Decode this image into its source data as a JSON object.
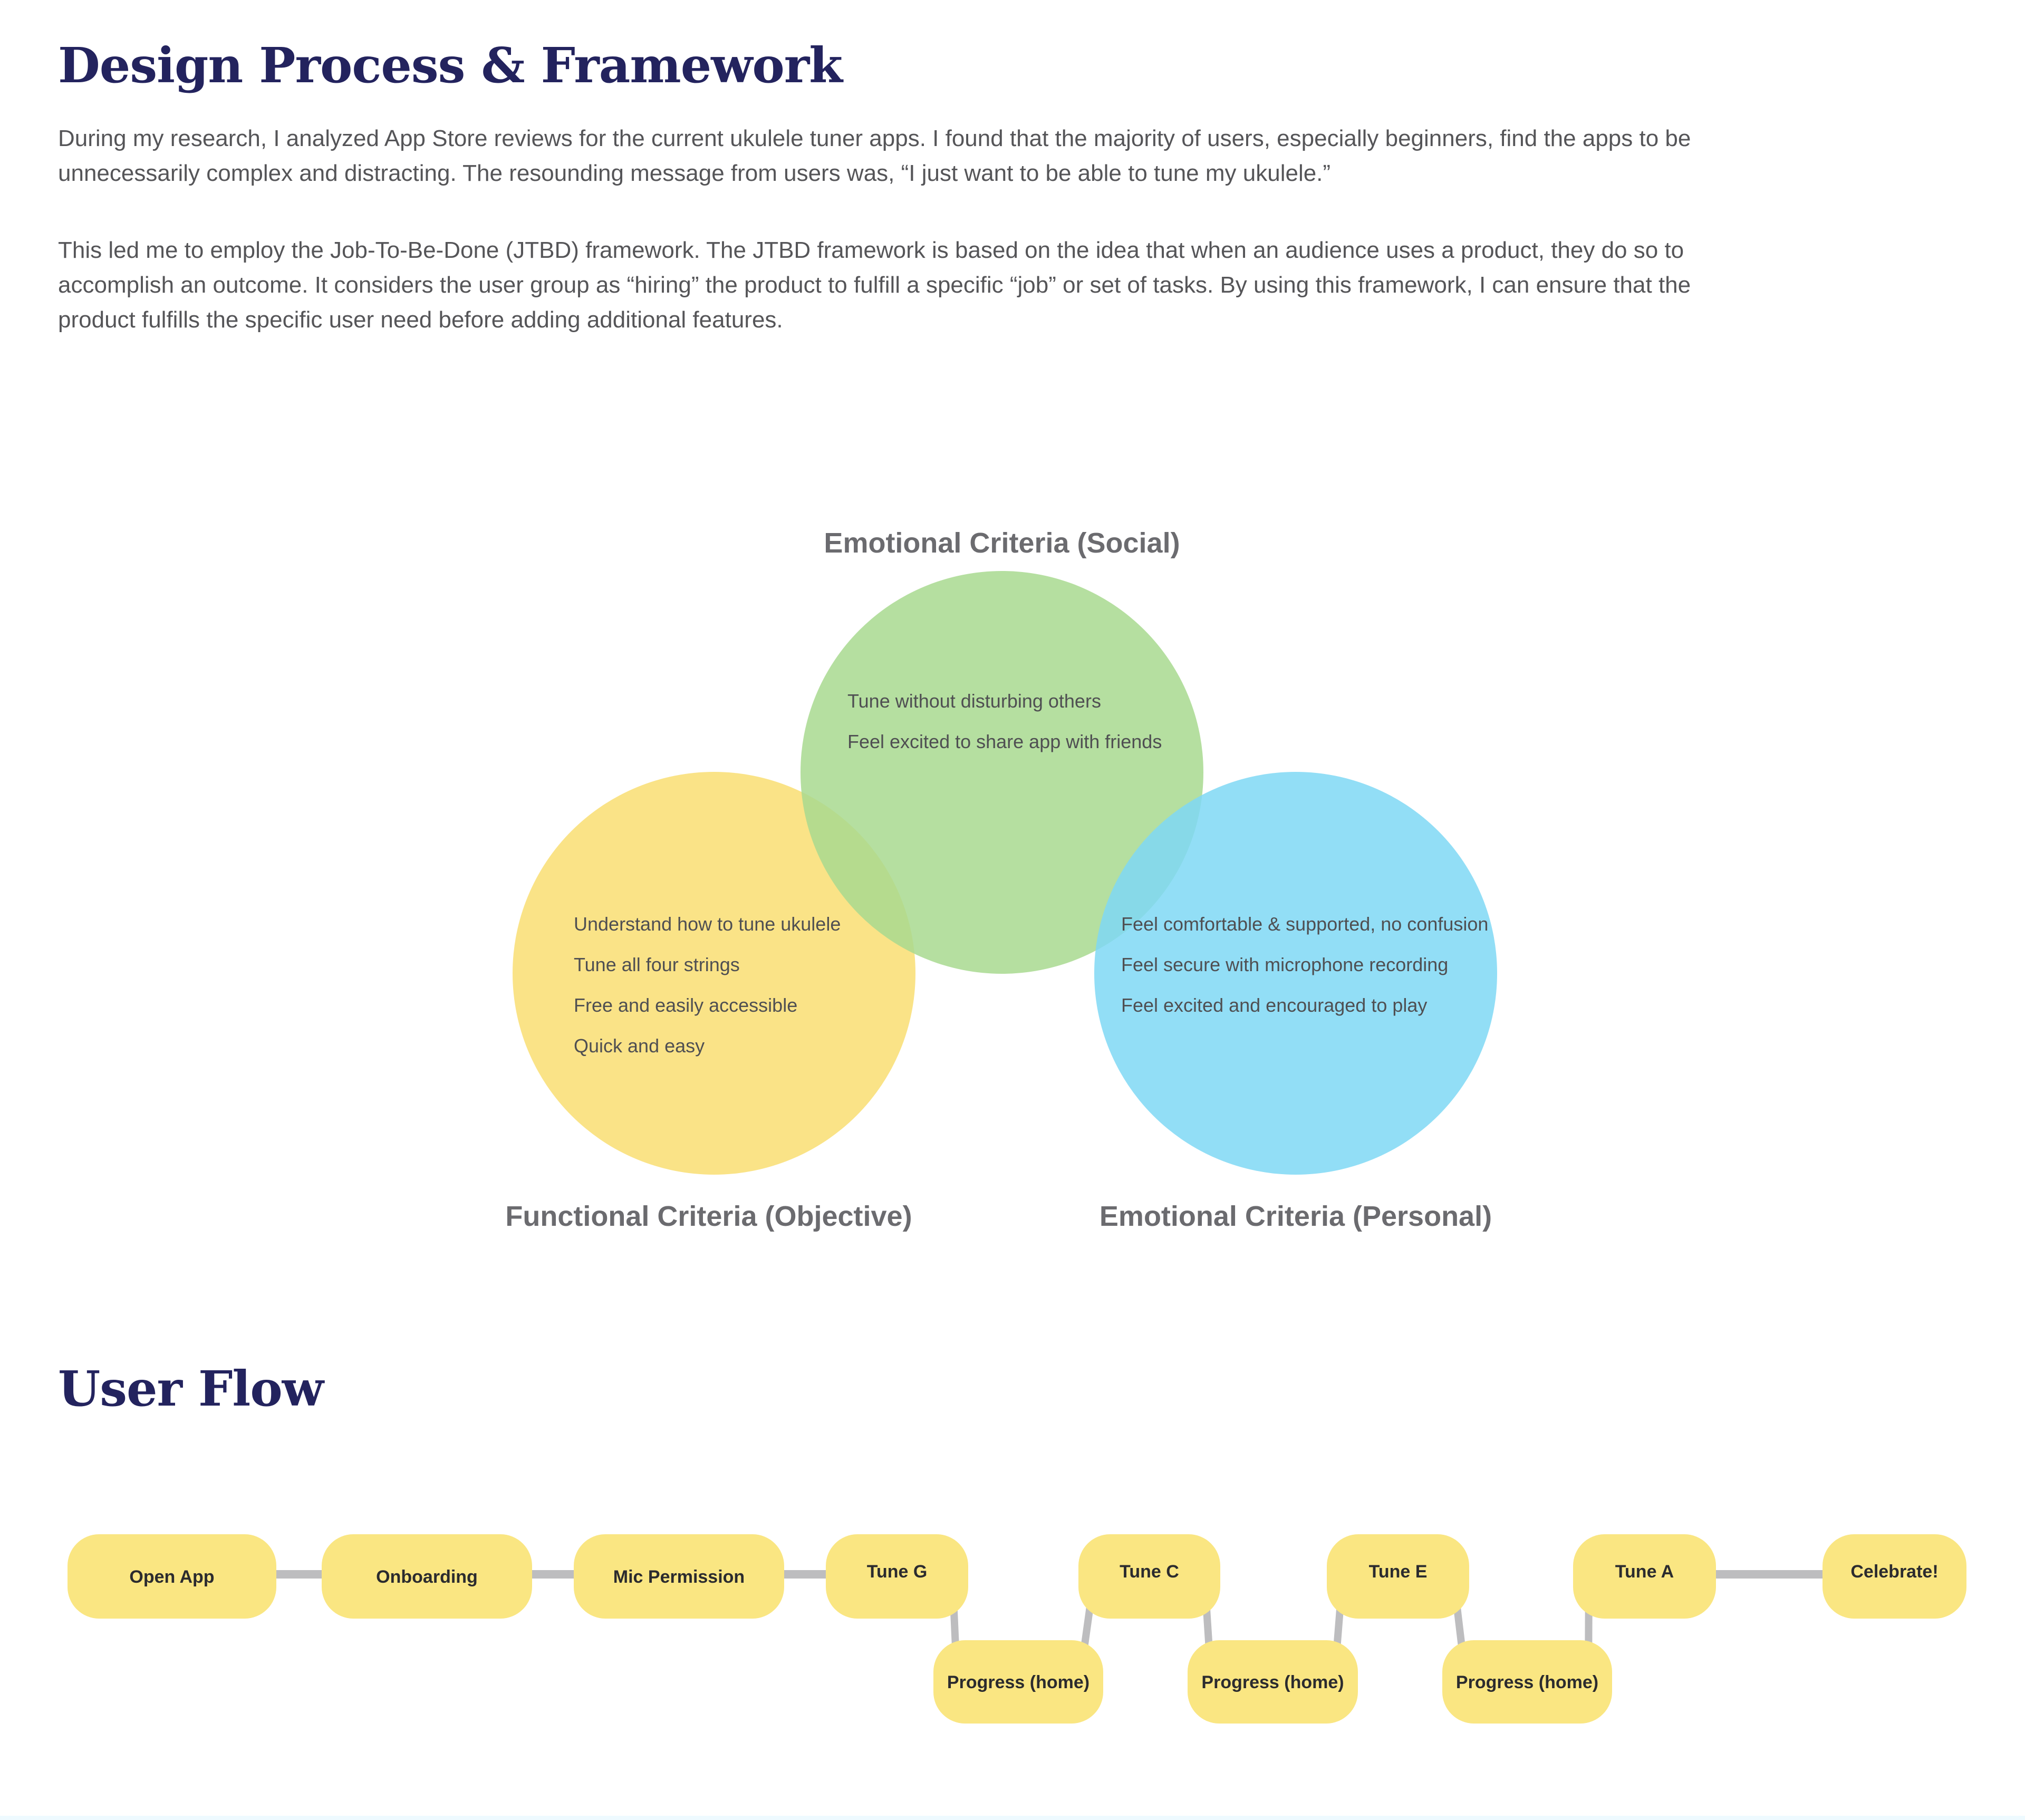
{
  "header": {
    "title": "Design Process & Framework"
  },
  "intro": {
    "paragraph_1": "During my research, I analyzed App Store reviews for the current ukulele tuner apps. I found that the majority of users, especially beginners, find the apps to be unnecessarily complex and distracting. The resounding message from users was, “I just want to be able to tune my ukulele.”",
    "paragraph_2": "This led me to employ the Job-To-Be-Done (JTBD) framework. The JTBD framework is based on the idea that when an audience uses a product, they do so to accomplish an outcome. It considers the user group as “hiring” the product to fulfill a specific “job” or set of tasks. By using this framework, I can ensure that the product fulfills the specific user need before adding additional features."
  },
  "venn": {
    "sets": [
      {
        "id": "social",
        "label": "Emotional Criteria (Social)",
        "color": "#a8d98f",
        "items": [
          "Tune without disturbing others",
          "Feel excited to share app with friends"
        ]
      },
      {
        "id": "functional",
        "label": "Functional Criteria (Objective)",
        "color": "#f9e07a",
        "items": [
          "Understand how to tune ukulele",
          "Tune all four strings",
          "Free and easily accessible",
          "Quick and easy"
        ]
      },
      {
        "id": "personal",
        "label": "Emotional Criteria (Personal)",
        "color": "#7fd8f5",
        "items": [
          "Feel comfortable & supported, no confusion",
          "Feel secure with microphone recording",
          "Feel excited and encouraged to play"
        ]
      }
    ]
  },
  "user_flow": {
    "title": "User Flow",
    "node_color": "#fae682",
    "connector_color": "#bdbdbf",
    "nodes": [
      {
        "id": "open",
        "label": "Open App"
      },
      {
        "id": "onboarding",
        "label": "Onboarding"
      },
      {
        "id": "mic",
        "label": "Mic Permission"
      },
      {
        "id": "tuneg",
        "label": "Tune G"
      },
      {
        "id": "prog1",
        "label": "Progress (home)"
      },
      {
        "id": "tunec",
        "label": "Tune C"
      },
      {
        "id": "prog2",
        "label": "Progress (home)"
      },
      {
        "id": "tunee",
        "label": "Tune E"
      },
      {
        "id": "prog3",
        "label": "Progress (home)"
      },
      {
        "id": "tunea",
        "label": "Tune A"
      },
      {
        "id": "celebrate",
        "label": "Celebrate!"
      }
    ],
    "edges": [
      [
        "open",
        "onboarding"
      ],
      [
        "onboarding",
        "mic"
      ],
      [
        "mic",
        "tuneg"
      ],
      [
        "tuneg",
        "prog1"
      ],
      [
        "prog1",
        "tunec"
      ],
      [
        "tunec",
        "prog2"
      ],
      [
        "prog2",
        "tunee"
      ],
      [
        "tunee",
        "prog3"
      ],
      [
        "prog3",
        "tunea"
      ],
      [
        "tunea",
        "celebrate"
      ]
    ]
  }
}
